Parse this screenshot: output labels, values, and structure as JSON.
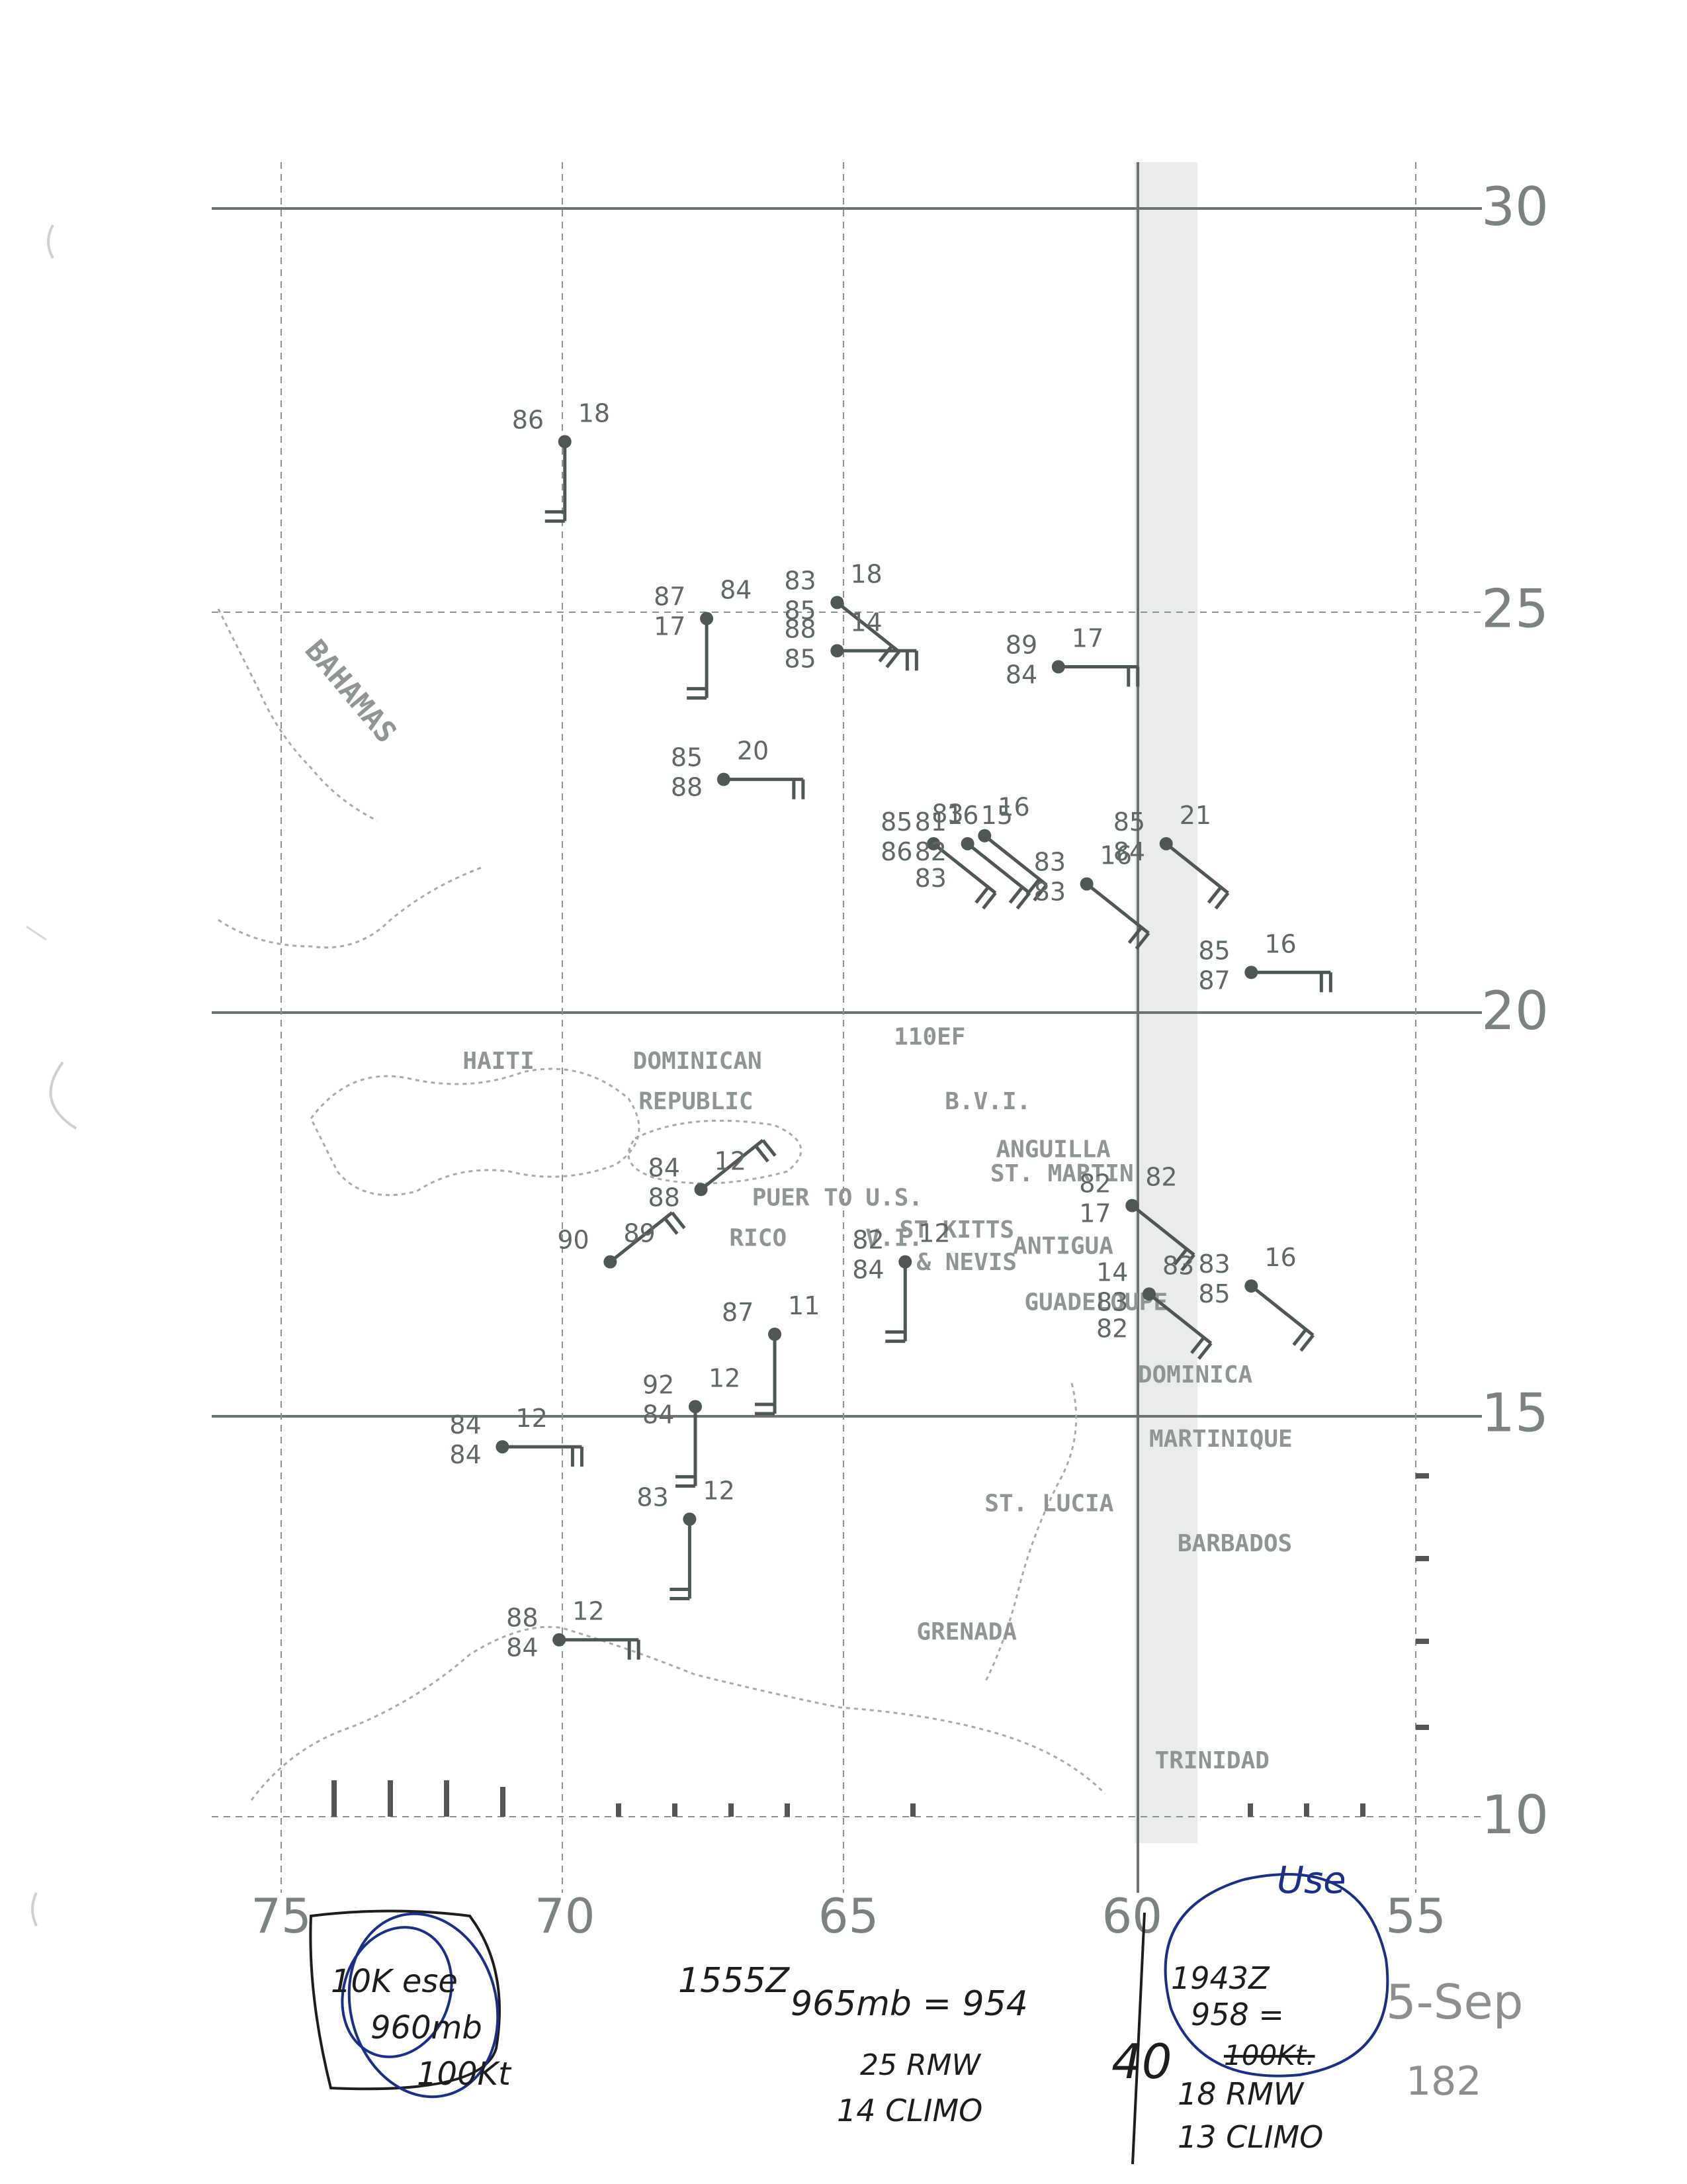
{
  "map": {
    "lat_labels": [
      "30",
      "25",
      "20",
      "15",
      "10"
    ],
    "lon_labels": [
      "75",
      "70",
      "65",
      "60",
      "55"
    ],
    "lat_range": [
      10,
      30
    ],
    "lon_range": [
      75,
      55
    ],
    "places": [
      {
        "id": "haiti",
        "text": "HAITI",
        "lon": 71.8,
        "lat": 19.3
      },
      {
        "id": "dominican-republic-1",
        "text": "DOMINICAN",
        "lon": 68.8,
        "lat": 19.3
      },
      {
        "id": "dominican-republic-2",
        "text": "REPUBLIC",
        "lon": 68.7,
        "lat": 18.8
      },
      {
        "id": "puerto-rico-1",
        "text": "PUER TO",
        "lon": 66.7,
        "lat": 17.6
      },
      {
        "id": "puerto-rico-2",
        "text": "RICO",
        "lon": 67.1,
        "lat": 17.1
      },
      {
        "id": "usvi-1",
        "text": "U.S.",
        "lon": 64.7,
        "lat": 17.6
      },
      {
        "id": "usvi-2",
        "text": "V.I.",
        "lon": 64.7,
        "lat": 17.1
      },
      {
        "id": "bvi",
        "text": "B.V.I.",
        "lon": 63.3,
        "lat": 18.8
      },
      {
        "id": "anguilla",
        "text": "ANGUILLA",
        "lon": 62.4,
        "lat": 18.2
      },
      {
        "id": "st-martin",
        "text": "ST. MARTIN",
        "lon": 62.5,
        "lat": 17.9
      },
      {
        "id": "st-kitts",
        "text": "ST KITTS",
        "lon": 64.1,
        "lat": 17.2
      },
      {
        "id": "nevis",
        "text": "& NEVIS",
        "lon": 63.8,
        "lat": 16.8
      },
      {
        "id": "antigua",
        "text": "ANTIGUA",
        "lon": 62.1,
        "lat": 17.0
      },
      {
        "id": "guadeloupe",
        "text": "GUADELOUPE",
        "lon": 61.9,
        "lat": 16.3
      },
      {
        "id": "dominica",
        "text": "DOMINICA",
        "lon": 59.9,
        "lat": 15.4
      },
      {
        "id": "martinique",
        "text": "MARTINIQUE",
        "lon": 59.7,
        "lat": 14.6
      },
      {
        "id": "st-lucia",
        "text": "ST. LUCIA",
        "lon": 62.6,
        "lat": 13.8
      },
      {
        "id": "barbados",
        "text": "BARBADOS",
        "lon": 59.2,
        "lat": 13.3
      },
      {
        "id": "grenada",
        "text": "GRENADA",
        "lon": 63.8,
        "lat": 12.2
      },
      {
        "id": "trinidad",
        "text": "TRINIDAD",
        "lon": 59.6,
        "lat": 10.6
      },
      {
        "id": "bahamas",
        "text": "BAHAMAS",
        "lon": 74.6,
        "lat": 24.5
      },
      {
        "id": "110ef",
        "text": "110EF",
        "lon": 64.2,
        "lat": 19.6
      }
    ],
    "observations": [
      {
        "id": "obs-1",
        "lon": 70.0,
        "lat": 27.1,
        "texts": [
          "86",
          "18"
        ],
        "barb_dir": "S"
      },
      {
        "id": "obs-2",
        "lon": 67.5,
        "lat": 24.9,
        "texts": [
          "87",
          "84",
          "17"
        ],
        "barb_dir": "S"
      },
      {
        "id": "obs-3",
        "lon": 65.2,
        "lat": 25.1,
        "texts": [
          "83",
          "18",
          "85"
        ],
        "barb_dir": "SE"
      },
      {
        "id": "obs-4",
        "lon": 65.2,
        "lat": 24.5,
        "texts": [
          "88",
          "14",
          "85"
        ],
        "barb_dir": "E"
      },
      {
        "id": "obs-5",
        "lon": 61.3,
        "lat": 24.3,
        "texts": [
          "89",
          "17",
          "84"
        ],
        "barb_dir": "E"
      },
      {
        "id": "obs-6",
        "lon": 67.2,
        "lat": 22.9,
        "texts": [
          "85",
          "20",
          "88"
        ],
        "barb_dir": "E"
      },
      {
        "id": "obs-7",
        "lon": 63.5,
        "lat": 22.1,
        "texts": [
          "85",
          "16",
          "86"
        ],
        "barb_dir": "SE"
      },
      {
        "id": "obs-8",
        "lon": 62.6,
        "lat": 22.2,
        "texts": [
          "83",
          "16"
        ],
        "barb_dir": "SE"
      },
      {
        "id": "obs-9",
        "lon": 62.9,
        "lat": 22.1,
        "texts": [
          "81",
          "15",
          "82",
          "83"
        ],
        "barb_dir": "SE"
      },
      {
        "id": "obs-10",
        "lon": 60.8,
        "lat": 21.6,
        "texts": [
          "83",
          "16",
          "83"
        ],
        "barb_dir": "SE"
      },
      {
        "id": "obs-11",
        "lon": 59.4,
        "lat": 22.1,
        "texts": [
          "85",
          "21",
          "84"
        ],
        "barb_dir": "SE"
      },
      {
        "id": "obs-12",
        "lon": 57.9,
        "lat": 20.5,
        "texts": [
          "85",
          "16",
          "87"
        ],
        "barb_dir": "E"
      },
      {
        "id": "obs-13",
        "lon": 67.6,
        "lat": 17.8,
        "texts": [
          "84",
          "12",
          "88"
        ],
        "barb_dir": "NE"
      },
      {
        "id": "obs-14",
        "lon": 69.2,
        "lat": 16.9,
        "texts": [
          "90",
          "89"
        ],
        "barb_dir": "NE"
      },
      {
        "id": "obs-15",
        "lon": 64.0,
        "lat": 16.9,
        "texts": [
          "82",
          "12",
          "84"
        ],
        "barb_dir": "S"
      },
      {
        "id": "obs-16",
        "lon": 60.0,
        "lat": 17.6,
        "texts": [
          "82",
          "82",
          "17"
        ],
        "barb_dir": "SE"
      },
      {
        "id": "obs-17",
        "lon": 57.9,
        "lat": 16.6,
        "texts": [
          "83",
          "16",
          "85"
        ],
        "barb_dir": "SE"
      },
      {
        "id": "obs-18",
        "lon": 59.7,
        "lat": 16.5,
        "texts": [
          "14",
          "83",
          "83",
          "82"
        ],
        "barb_dir": "SE"
      },
      {
        "id": "obs-19",
        "lon": 66.3,
        "lat": 16.0,
        "texts": [
          "87",
          "11"
        ],
        "barb_dir": "S"
      },
      {
        "id": "obs-20",
        "lon": 67.7,
        "lat": 15.1,
        "texts": [
          "92",
          "12",
          "84"
        ],
        "barb_dir": "S"
      },
      {
        "id": "obs-21",
        "lon": 71.1,
        "lat": 14.6,
        "texts": [
          "84",
          "12",
          "84"
        ],
        "barb_dir": "E"
      },
      {
        "id": "obs-22",
        "lon": 67.8,
        "lat": 13.7,
        "texts": [
          "83",
          "12"
        ],
        "barb_dir": "S"
      },
      {
        "id": "obs-23",
        "lon": 70.1,
        "lat": 12.2,
        "texts": [
          "88",
          "12",
          "84"
        ],
        "barb_dir": "E"
      }
    ]
  },
  "annotations": {
    "left_box": [
      "10K ese",
      "960mb",
      "100Kt"
    ],
    "middle": [
      "1555Z",
      "965mb = 954",
      "25 RMW",
      "14 CLIMO"
    ],
    "right_circle": [
      "1943Z",
      "958 =",
      "100Kt."
    ],
    "use_label": "Use",
    "right_extra": [
      "18 RMW",
      "13 CLIMO"
    ],
    "side_40": "40",
    "date": "5-Sep",
    "page_no": "182"
  },
  "colors": {
    "grid": "#6b7470",
    "obs": "#4f5755",
    "coast": "#a4aba8",
    "ink_blue": "#1c2f86",
    "ink_black": "#1d1d1d"
  }
}
